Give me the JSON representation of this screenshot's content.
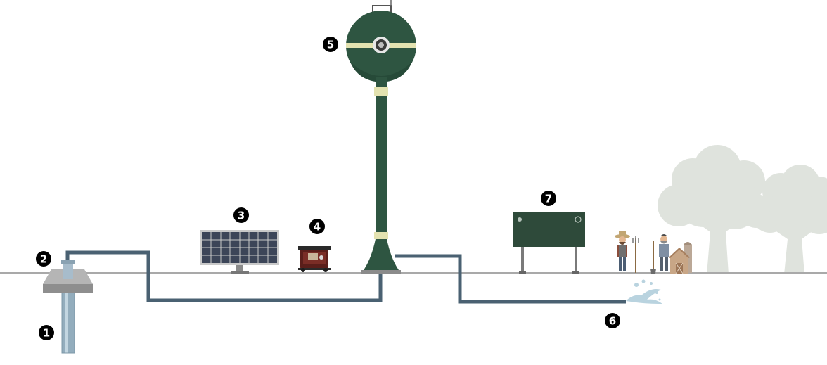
{
  "diagram": {
    "markers": [
      {
        "id": "well",
        "label": "1"
      },
      {
        "id": "wellhead",
        "label": "2"
      },
      {
        "id": "solar-panel",
        "label": "3"
      },
      {
        "id": "generator",
        "label": "4"
      },
      {
        "id": "water-tower",
        "label": "5"
      },
      {
        "id": "outlet",
        "label": "6"
      },
      {
        "id": "control-panel",
        "label": "7"
      }
    ],
    "colors": {
      "pipe": "#4a6172",
      "tower": "#2e5541",
      "tower_band": "#e3e2b0",
      "ground": "#a9a9a9",
      "trees": "#dfe3dd",
      "marker": "#000000",
      "panel": "#2e4a3a",
      "solar_cell": "#3c4558",
      "water": "#b9d3df"
    },
    "icons": [
      "well-pipe-icon",
      "wellhead-icon",
      "solar-panel-icon",
      "generator-icon",
      "water-tower-icon",
      "control-panel-icon",
      "water-splash-icon",
      "farmer-icon",
      "barn-icon",
      "tree-icon"
    ]
  }
}
